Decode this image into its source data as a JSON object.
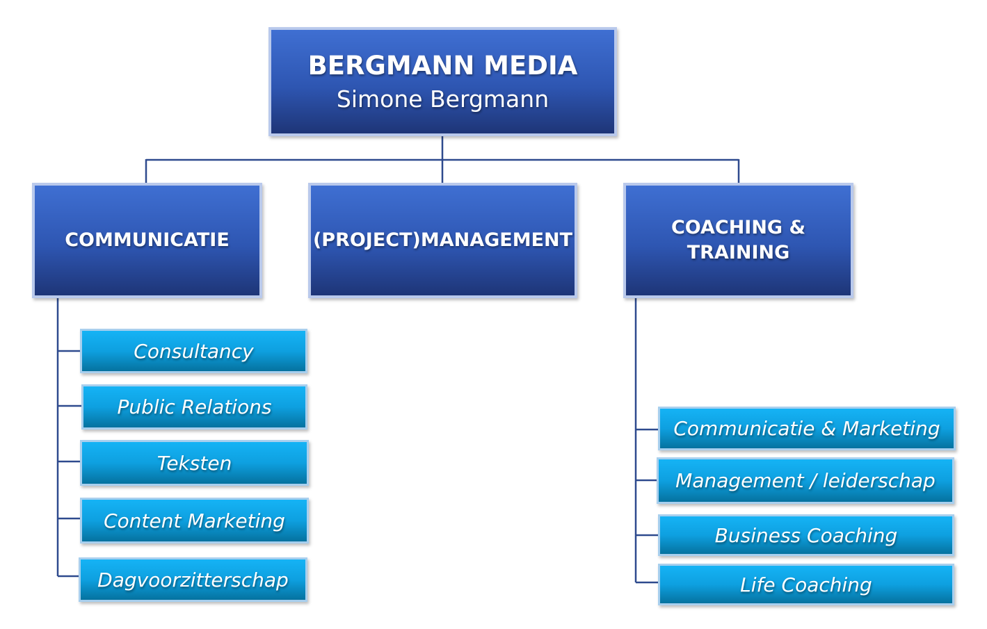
{
  "root": {
    "title": "BERGMANN MEDIA",
    "subtitle": "Simone Bergmann"
  },
  "departments": [
    {
      "label": "COMMUNICATIE",
      "items": [
        "Consultancy",
        "Public Relations",
        "Teksten",
        "Content Marketing",
        "Dagvoorzitterschap"
      ]
    },
    {
      "label": "(PROJECT)MANAGEMENT",
      "items": []
    },
    {
      "label": "COACHING & TRAINING",
      "label_lines": [
        "COACHING &",
        "TRAINING"
      ],
      "items": [
        "Communicatie & Marketing",
        "Management / leiderschap",
        "Business Coaching",
        "Life Coaching"
      ]
    }
  ],
  "colors": {
    "dark_box": "#2e56b2",
    "light_box": "#0ea0e0",
    "connector": "#2e4a8e",
    "text": "#ffffff"
  }
}
